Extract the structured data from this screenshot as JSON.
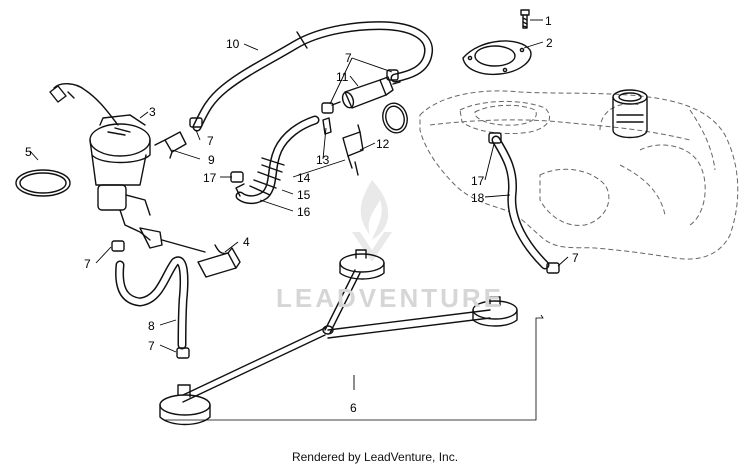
{
  "watermark": "LEADVENTURE",
  "footer": "Rendered by LeadVenture, Inc.",
  "callouts": [
    "1",
    "2",
    "3",
    "4",
    "5",
    "6",
    "7",
    "8",
    "9",
    "10",
    "11",
    "12",
    "13",
    "14",
    "15",
    "16",
    "17",
    "18"
  ]
}
